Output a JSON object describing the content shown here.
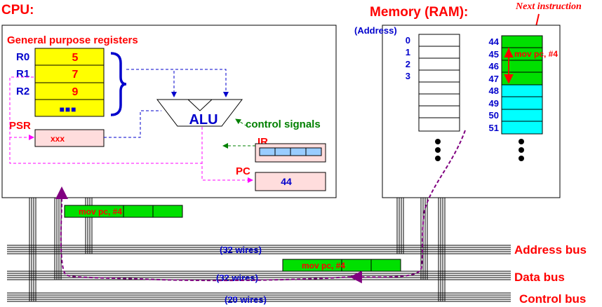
{
  "cpu": {
    "title": "CPU:",
    "registers_heading": "General purpose registers",
    "registers": [
      {
        "name": "R0",
        "value": "5"
      },
      {
        "name": "R1",
        "value": "7"
      },
      {
        "name": "R2",
        "value": "9"
      }
    ],
    "registers_more": "■■■",
    "psr_label": "PSR",
    "psr_value": "xxx",
    "alu_label": "ALU",
    "control_signals": "control signals",
    "ir_label": "IR",
    "pc_label": "PC",
    "pc_value": "44"
  },
  "memory": {
    "title": "Memory (RAM):",
    "address_heading": "(Address)",
    "left_addresses": [
      "0",
      "1",
      "2",
      "3"
    ],
    "right_addresses": [
      "44",
      "45",
      "46",
      "47",
      "48",
      "49",
      "50",
      "51"
    ],
    "instruction": "mov pc, #4",
    "next_instruction": "Next instruction"
  },
  "buses": [
    {
      "name": "Address bus",
      "wires": "(32 wires)"
    },
    {
      "name": "Data bus",
      "wires": "(32 wires)"
    },
    {
      "name": "Control bus",
      "wires": "(20 wires)"
    }
  ],
  "bus_packets": {
    "cpu_side": "mov pc, #4",
    "data_bus": "mov pc, #4"
  },
  "colors": {
    "title_red": "#ff0000",
    "label_blue": "#0000cc",
    "register_yellow": "#ffff00",
    "pink_box": "#ffdddd",
    "green_cell": "#00e000",
    "cyan_cell": "#00ffff",
    "magenta_dash": "#ff00ff",
    "purple_path": "#800080",
    "control_green": "#008000"
  }
}
